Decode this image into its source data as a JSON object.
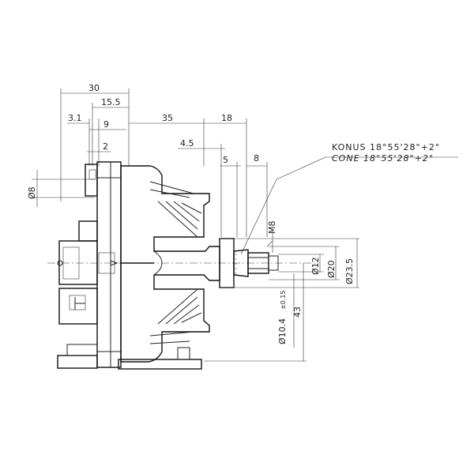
{
  "dimensions": {
    "d30": "30",
    "d15_5": "15.5",
    "d3_1": "3.1",
    "d9": "9",
    "d2": "2",
    "d35": "35",
    "d18": "18",
    "d4_5": "4.5",
    "d5": "5",
    "d8": "8",
    "dia8": "Ø8",
    "m8": "M8",
    "dia12": "Ø12",
    "dia20": "Ø20",
    "dia23_5": "Ø23.5",
    "dia10_4": "Ø10.4",
    "tol": "±0.15",
    "d43": "43"
  },
  "notes": {
    "konus": "KONUS 18°55'28\"+2°",
    "cone": "CONE 18°55'28\"+2°"
  }
}
